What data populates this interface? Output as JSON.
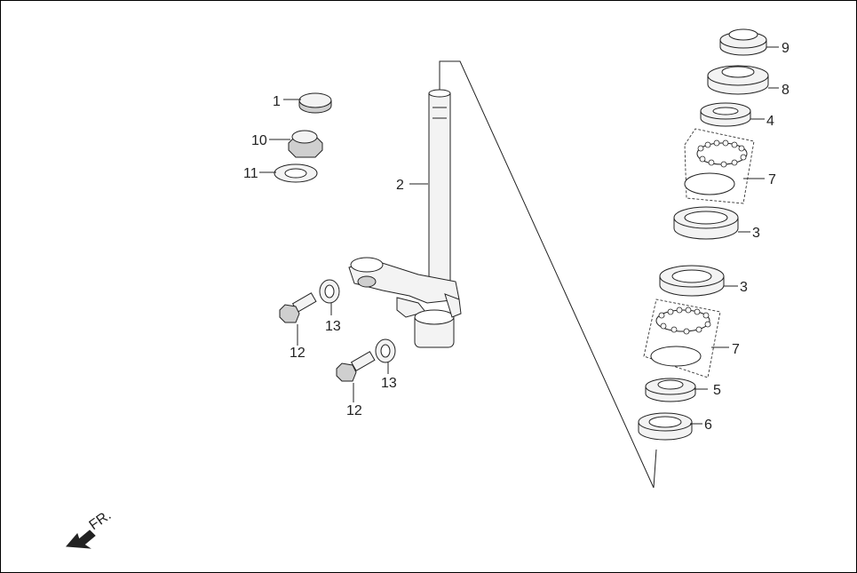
{
  "diagram": {
    "front_indicator": {
      "label": "FR."
    },
    "callouts": [
      {
        "id": "c1",
        "text": "1"
      },
      {
        "id": "c10",
        "text": "10"
      },
      {
        "id": "c11",
        "text": "11"
      },
      {
        "id": "c2",
        "text": "2"
      },
      {
        "id": "c12a",
        "text": "12"
      },
      {
        "id": "c13a",
        "text": "13"
      },
      {
        "id": "c12b",
        "text": "12"
      },
      {
        "id": "c13b",
        "text": "13"
      },
      {
        "id": "c9",
        "text": "9"
      },
      {
        "id": "c8",
        "text": "8"
      },
      {
        "id": "c4",
        "text": "4"
      },
      {
        "id": "c7a",
        "text": "7"
      },
      {
        "id": "c3a",
        "text": "3"
      },
      {
        "id": "c3b",
        "text": "3"
      },
      {
        "id": "c7b",
        "text": "7"
      },
      {
        "id": "c5",
        "text": "5"
      },
      {
        "id": "c6",
        "text": "6"
      }
    ]
  }
}
